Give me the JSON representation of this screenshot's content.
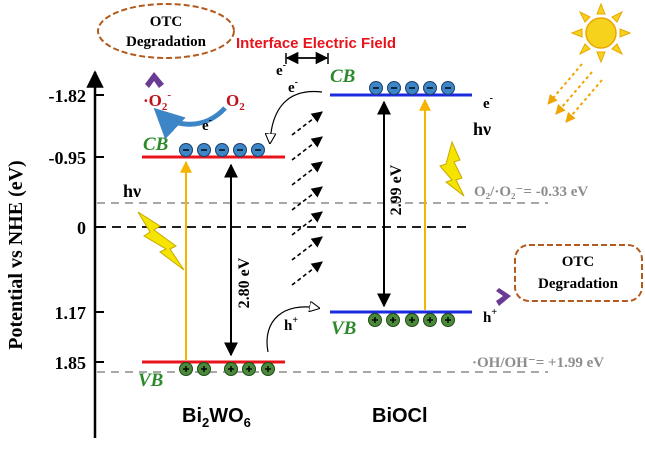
{
  "axis": {
    "label": "Potential vs NHE (eV)",
    "ticks": [
      "-1.82",
      "-0.95",
      "0",
      "1.17",
      "1.85"
    ]
  },
  "header": {
    "interface_field": "Interface Electric Field"
  },
  "otc_boxes": [
    {
      "line1": "OTC",
      "line2": "Degradation"
    },
    {
      "line1": "OTC",
      "line2": "Degradation"
    }
  ],
  "materials": {
    "left": {
      "name_prefix": "Bi",
      "sub1": "2",
      "name_mid": "WO",
      "sub2": "6",
      "cb_label": "CB",
      "vb_label": "VB",
      "gap_label": "2.80 eV"
    },
    "right": {
      "name": "BiOCl",
      "cb_label": "CB",
      "vb_label": "VB",
      "gap_label": "2.99 eV"
    }
  },
  "labels": {
    "hv": "hν",
    "e_minus": "e",
    "h_plus": "h",
    "o2": "O",
    "o2_sub": "2",
    "superoxide": "·O",
    "ref_o2": "O₂/·O₂⁻= -0.33 eV",
    "ref_oh": "·OH/OH⁻= +1.99 eV"
  },
  "colors": {
    "left_band": "#e8141c",
    "right_band": "#1d2be0",
    "band_label_green": "#2c8a2c",
    "electron_fill": "#3c86c8",
    "hole_fill": "#4b8a3a",
    "otc_border": "#b35a1d",
    "interface_text": "#e8141c",
    "light_arrow": "#f5b400",
    "ref_text": "#8c8c8c",
    "purple_mark": "#6a3b95"
  }
}
